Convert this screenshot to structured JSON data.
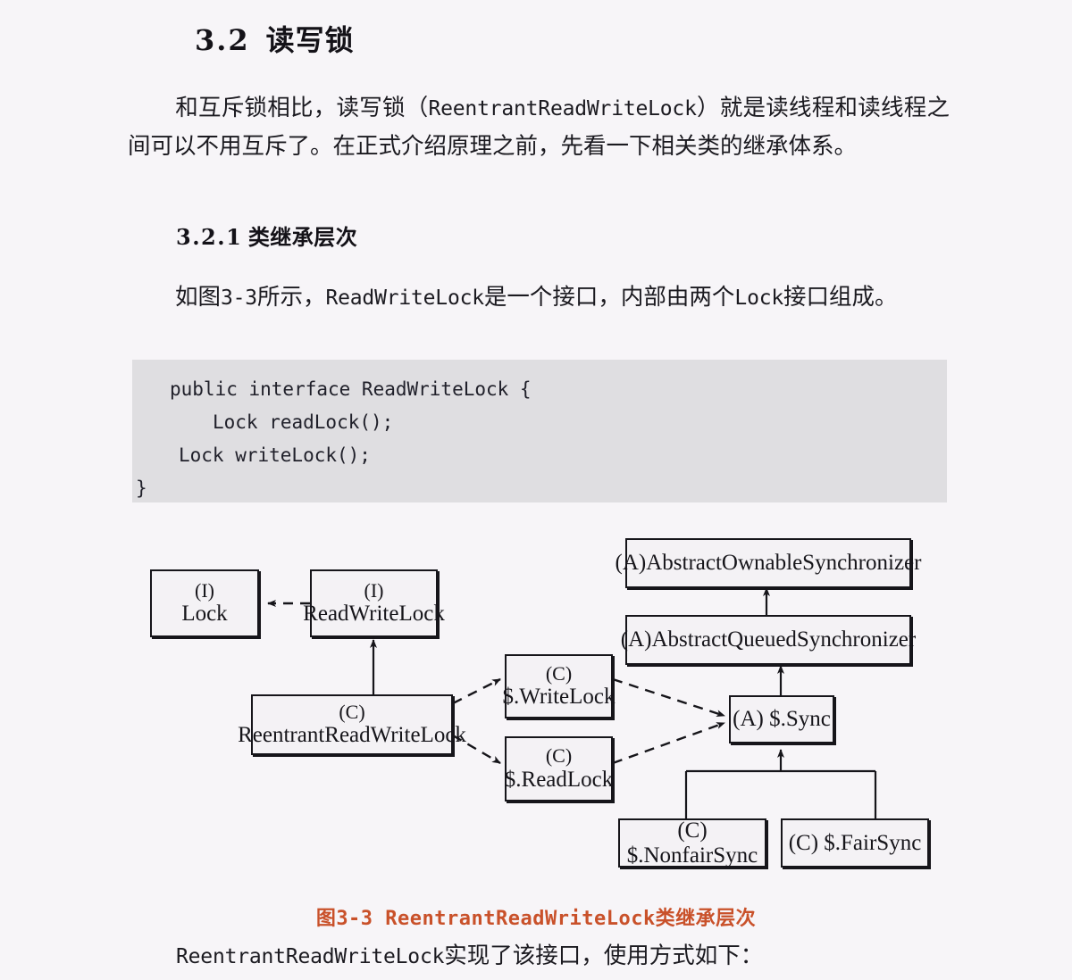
{
  "section": {
    "number": "3.2",
    "title": "读写锁",
    "heading_full": "3.2  读写锁"
  },
  "intro_paragraph": "和互斥锁相比，读写锁（ReentrantReadWriteLock）就是读线程和读线程之间可以不用互斥了。在正式介绍原理之前，先看一下相关类的继承体系。",
  "intro_paragraph_parts": {
    "before": "和互斥锁相比，读写锁（",
    "mono": "ReentrantReadWriteLock",
    "after": "）就是读线程和读线程之间可以不用互斥了。在正式介绍原理之前，先看一下相关类的继承体系。"
  },
  "subsection": {
    "number": "3.2.1",
    "title": "类继承层次",
    "heading_full": "3.2.1 类继承层次"
  },
  "figure_paragraph_parts": {
    "before": "如图",
    "mono1": "3-3",
    "mid1": "所示，",
    "mono2": "ReadWriteLock",
    "mid2": "是一个接口，内部由两个",
    "mono3": "Lock",
    "after": "接口组成。"
  },
  "code_block": {
    "language": "java",
    "background": "#dfdee1",
    "lines": [
      "public interface ReadWriteLock {",
      "Lock readLock();",
      "Lock writeLock();",
      "}"
    ]
  },
  "figure": {
    "caption": "图3-3 ReentrantReadWriteLock类继承层次",
    "caption_color": "#c9512a",
    "nodes": [
      {
        "id": "lock",
        "stereotype": "(I)",
        "name": "Lock",
        "label": "(I) Lock"
      },
      {
        "id": "rwlock",
        "stereotype": "(I)",
        "name": "ReadWriteLock",
        "label": "(I) ReadWriteLock"
      },
      {
        "id": "rrwlock",
        "stereotype": "(C)",
        "name": "ReentrantReadWriteLock",
        "label": "(C) ReentrantReadWriteLock"
      },
      {
        "id": "writelock",
        "stereotype": "(C)",
        "name": "$.WriteLock",
        "label": "(C) $.WriteLock"
      },
      {
        "id": "readlock",
        "stereotype": "(C)",
        "name": "$.ReadLock",
        "label": "(C) $.ReadLock"
      },
      {
        "id": "aos",
        "stereotype": "",
        "name": "(A)AbstractOwnableSynchronizer",
        "label": "(A)AbstractOwnableSynchronizer"
      },
      {
        "id": "aqs",
        "stereotype": "",
        "name": "(A)AbstractQueuedSynchronizer",
        "label": "(A)AbstractQueuedSynchronizer"
      },
      {
        "id": "sync",
        "stereotype": "",
        "name": "(A) $.Sync",
        "label": "(A) $.Sync"
      },
      {
        "id": "nonfairsync",
        "stereotype": "",
        "name": "(C) $.NonfairSync",
        "label": "(C) $.NonfairSync"
      },
      {
        "id": "fairsync",
        "stereotype": "",
        "name": "(C) $.FairSync",
        "label": "(C) $.FairSync"
      }
    ],
    "edges": [
      {
        "from": "rwlock",
        "to": "lock",
        "style": "dashed",
        "arrow": "open"
      },
      {
        "from": "rrwlock",
        "to": "rwlock",
        "style": "solid",
        "arrow": "open"
      },
      {
        "from": "rrwlock",
        "to": "writelock",
        "style": "dashed",
        "arrow": "open"
      },
      {
        "from": "rrwlock",
        "to": "readlock",
        "style": "dashed",
        "arrow": "open"
      },
      {
        "from": "writelock",
        "to": "sync",
        "style": "dashed",
        "arrow": "open"
      },
      {
        "from": "readlock",
        "to": "sync",
        "style": "dashed",
        "arrow": "open"
      },
      {
        "from": "aqs",
        "to": "aos",
        "style": "solid",
        "arrow": "open"
      },
      {
        "from": "sync",
        "to": "aqs",
        "style": "solid",
        "arrow": "open"
      },
      {
        "from": "nonfairsync",
        "to": "sync",
        "style": "solid",
        "arrow": "open"
      },
      {
        "from": "fairsync",
        "to": "sync",
        "style": "solid",
        "arrow": "open"
      }
    ]
  },
  "trailing_paragraph_parts": {
    "mono": "ReentrantReadWriteLock",
    "after": "实现了该接口，使用方式如下："
  }
}
